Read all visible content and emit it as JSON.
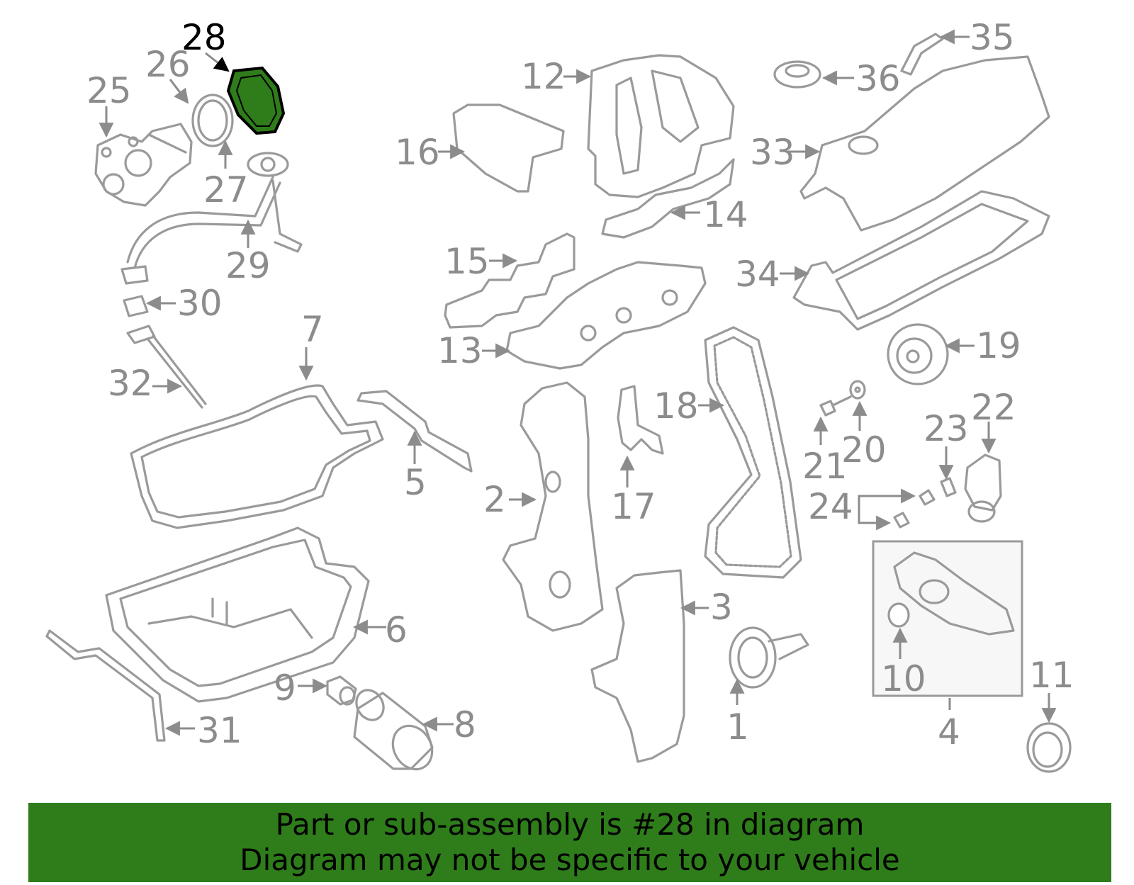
{
  "colors": {
    "highlight": "#2e7d1a",
    "line": "#9a9a9a",
    "label": "#8c8c8c",
    "banner": "#2e7d1a"
  },
  "highlighted_part": "28",
  "labels": {
    "p1": "1",
    "p2": "2",
    "p3": "3",
    "p4": "4",
    "p5": "5",
    "p6": "6",
    "p7": "7",
    "p8": "8",
    "p9": "9",
    "p10": "10",
    "p11": "11",
    "p12": "12",
    "p13": "13",
    "p14": "14",
    "p15": "15",
    "p16": "16",
    "p17": "17",
    "p18": "18",
    "p19": "19",
    "p20": "20",
    "p21": "21",
    "p22": "22",
    "p23": "23",
    "p24": "24",
    "p25": "25",
    "p26": "26",
    "p27": "27",
    "p28": "28",
    "p29": "29",
    "p30": "30",
    "p31": "31",
    "p32": "32",
    "p33": "33",
    "p34": "34",
    "p35": "35",
    "p36": "36"
  },
  "banner": {
    "line1": "Part or sub-assembly is #28 in diagram",
    "line2": "Diagram may not be specific to your vehicle"
  }
}
